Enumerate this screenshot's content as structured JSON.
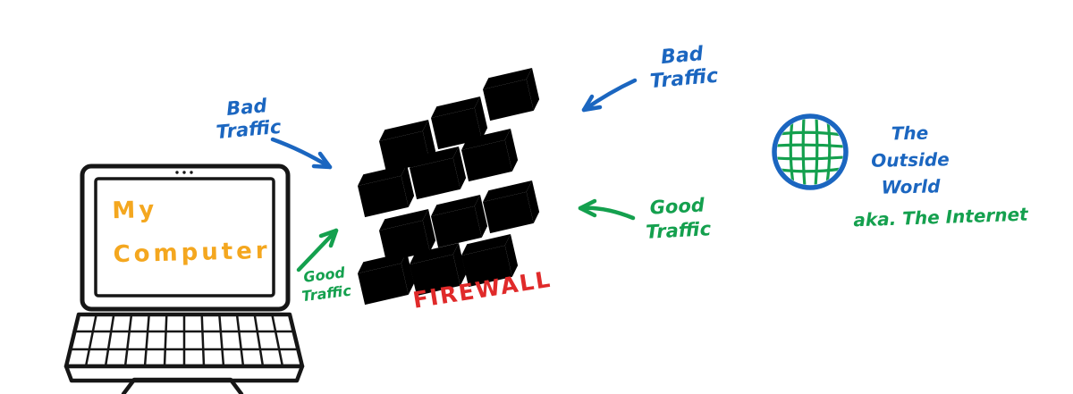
{
  "diagram": {
    "computer": {
      "label": "My\nComputer"
    },
    "firewall": {
      "label": "FIREWALL",
      "brick_rows": 4,
      "bricks_per_row": 3
    },
    "traffic": {
      "left_bad": "Bad\nTraffic",
      "left_good": "Good\nTraffic",
      "right_bad": "Bad\nTraffic",
      "right_good": "Good\nTraffic"
    },
    "internet": {
      "title": "The\nOutside\nWorld",
      "subtitle": "aka. The Internet"
    },
    "colors": {
      "bad_traffic": "#1b66c0",
      "good_traffic": "#14a04e",
      "firewall_red": "#e02a2a",
      "computer_orange": "#f4a71f",
      "ink": "#161616"
    }
  }
}
